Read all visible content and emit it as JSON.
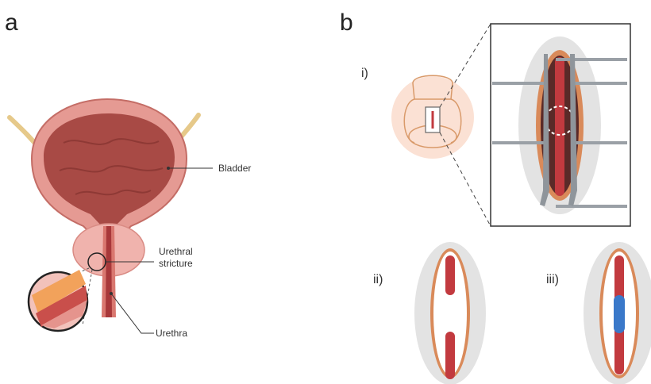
{
  "panel_a": {
    "letter": "a",
    "labels": {
      "bladder": "Bladder",
      "stricture_line1": "Urethral",
      "stricture_line2": "stricture",
      "urethra": "Urethra"
    }
  },
  "panel_b": {
    "letter": "b",
    "subpanels": {
      "i": "i)",
      "ii": "ii)",
      "iii": "iii)"
    }
  },
  "colors": {
    "bladder_wall": "#e59a93",
    "bladder_inner": "#a84a45",
    "urethra_red": "#c23a3f",
    "prostate": "#f0b3ad",
    "skin_halo": "#fbe1d4",
    "graft_blue": "#3a78c9",
    "retractor_gray": "#9aa0a6",
    "tissue_gray": "#e3e3e3",
    "stricture_orange": "#f2a25b"
  }
}
